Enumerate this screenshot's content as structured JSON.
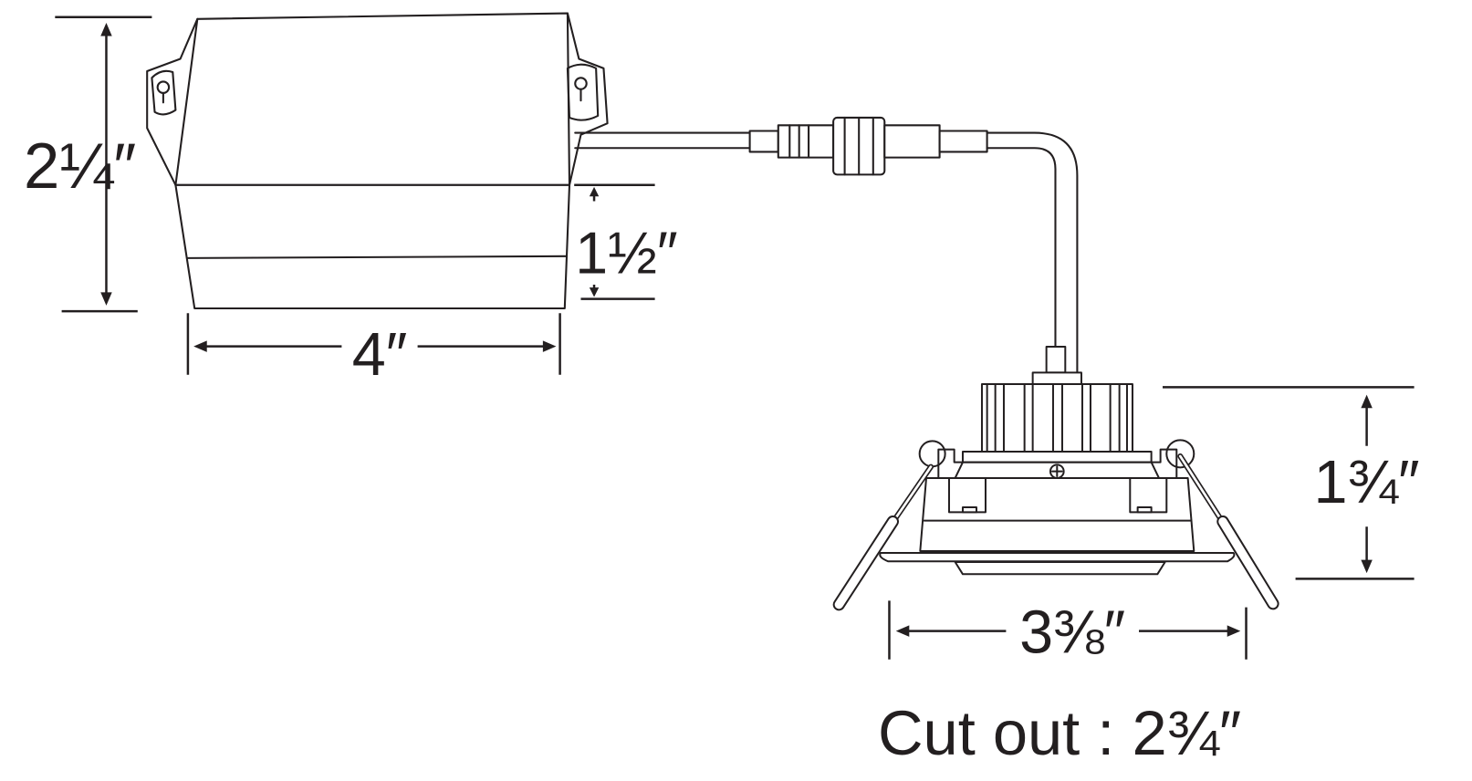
{
  "diagram": {
    "title": "Recessed LED fixture with remote driver box – dimensions",
    "dimensions": {
      "driver_height": "2¼″",
      "driver_lower_height": "1½″",
      "driver_width": "4″",
      "fixture_height": "1¾″",
      "fixture_width": "3⅜″"
    },
    "cutout_label": "Cut out : 2¾″"
  },
  "colors": {
    "line": "#231f20",
    "background": "#ffffff"
  }
}
